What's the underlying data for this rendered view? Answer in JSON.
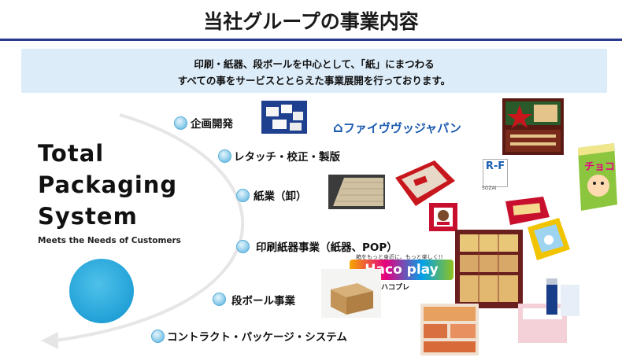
{
  "title": "当社グループの事業内容",
  "banner": {
    "line1": "印刷・紙器、段ボールを中心として、「紙」にまつわる",
    "line2": "すべての事をサービスととらえた事業展開を行っております。"
  },
  "concept": {
    "line1": "Total",
    "line2": "Packaging",
    "line3": "System",
    "tagline": "Meets the Needs of Customers"
  },
  "items": [
    {
      "label": "企画開発"
    },
    {
      "label": "レタッチ・校正・製版"
    },
    {
      "label": "紙業（卸）"
    },
    {
      "label": "印刷紙器事業（紙器、POP）"
    },
    {
      "label": "段ボール事業"
    },
    {
      "label": "コントラクト・パッケージ・システム"
    }
  ],
  "logos": {
    "five_j": "ファイヴヴッジャパン",
    "haco_play": "Haco play",
    "haco_tagline": "箱をもっと身近に、もっと楽しく!!",
    "haco_kana": "ハコプレ",
    "rf": "R-F",
    "rf_sub": "SOZAI"
  },
  "colors": {
    "title_rule": "#2a3a8c",
    "banner_bg": "#dcecf8",
    "accent_circle": "#29a8df"
  }
}
